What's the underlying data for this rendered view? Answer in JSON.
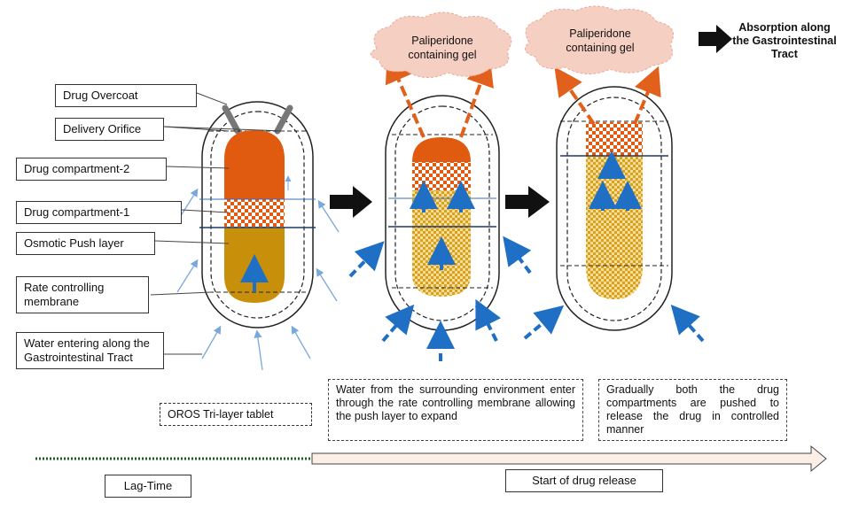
{
  "labels": {
    "drug_overcoat": "Drug Overcoat",
    "delivery_orifice": "Delivery Orifice",
    "drug_compartment_2": "Drug compartment-2",
    "drug_compartment_1": "Drug compartment-1",
    "osmotic_push_layer": "Osmotic Push layer",
    "rate_controlling_membrane": "Rate controlling membrane",
    "water_entering": "Water entering along the Gastrointestinal Tract"
  },
  "tablet_caption": "OROS Tri-layer tablet",
  "stage2_description": "Water from the surrounding environment enter through the rate controlling membrane allowing the push layer to expand",
  "stage3_description": "Gradually both the drug compartments are pushed to release the drug in controlled manner",
  "gel_label": "Paliperidone containing gel",
  "absorption_label": "Absorption along the Gastrointestinal Tract",
  "timeline": {
    "lag_time": "Lag-Time",
    "start_release": "Start of drug release"
  },
  "colors": {
    "compartment2": "#e05a10",
    "push_layer": "#c8900a",
    "swollen_layer": "#e8b33a",
    "cloud": "#f6cfc3",
    "water_arrow": "#1f6fc5",
    "release_arrow": "#e0601c",
    "timeline_dots": "#1f5e1f"
  }
}
